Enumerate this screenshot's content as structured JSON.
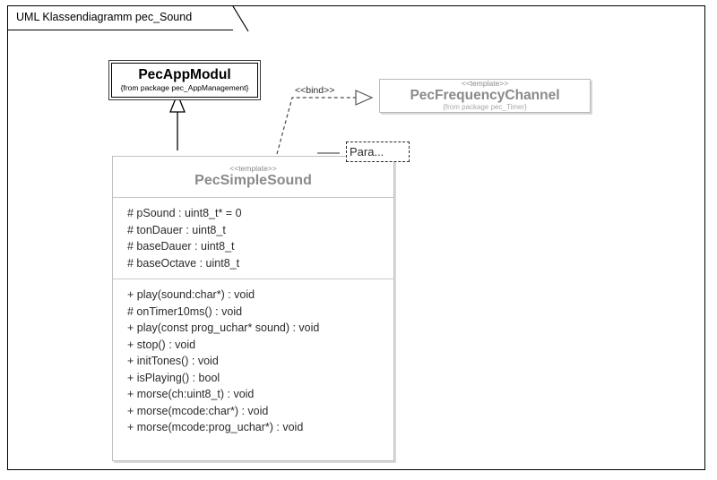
{
  "frame": {
    "title": "UML Klassendiagramm pec_Sound"
  },
  "classes": {
    "pec_app_modul": {
      "name": "PecAppModul",
      "package": "{from package pec_AppManagement}"
    },
    "pec_frequency_channel": {
      "stereotype": "<<template>>",
      "name": "PecFrequencyChannel",
      "package": "{from package pec_Timer}"
    },
    "pec_simple_sound": {
      "stereotype": "<<template>>",
      "name": "PecSimpleSound",
      "attributes": [
        "# pSound : uint8_t* = 0",
        "# tonDauer : uint8_t",
        "# baseDauer : uint8_t",
        "# baseOctave : uint8_t"
      ],
      "methods": [
        "+ play(sound:char*) : void",
        "# onTimer10ms() : void",
        "+ play(const prog_uchar* sound) : void",
        "+ stop() : void",
        "+ initTones() : void",
        "+ isPlaying() : bool",
        "+ morse(ch:uint8_t) : void",
        "+ morse(mcode:char*) : void",
        "+ morse(mcode:prog_uchar*) : void"
      ]
    }
  },
  "connectors": {
    "generalization": {
      "from": "PecSimpleSound",
      "to": "PecAppModul",
      "kind": "generalization"
    },
    "bind": {
      "label": "<<bind>>",
      "from": "PecSimpleSound",
      "to": "PecFrequencyChannel",
      "kind": "bind-dependency"
    }
  },
  "labels": {
    "parameter_box": "Para..."
  },
  "colors": {
    "frame_border": "#000000",
    "class_name_grey": "#8a8a8a",
    "class_name_black": "#000000",
    "member_text": "#2b2b2b",
    "box_border_grey": "#c0c0c0",
    "canvas_background": "#ffffff"
  }
}
